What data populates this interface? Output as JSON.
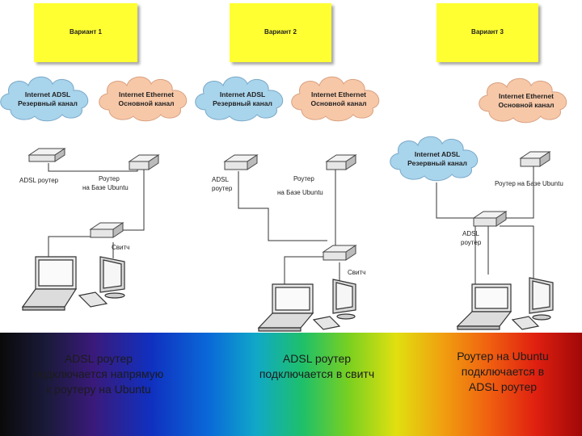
{
  "variants": [
    {
      "title": "Вариант 1",
      "caption": "ADSL роутер\nподключается напрямую\nк роутеру на Ubuntu"
    },
    {
      "title": "Вариант 2",
      "caption": "ADSL роутер\nподключается в свитч"
    },
    {
      "title": "Вариант 3",
      "caption": "Роутер на Ubuntu\nподключается в\nADSL роутер"
    }
  ],
  "clouds": {
    "adsl": [
      "Internet ADSL",
      "Резервный канал"
    ],
    "ethernet": [
      "Internet Ethernet",
      "Основной канал"
    ]
  },
  "labels": {
    "adsl_router_1line": "ADSL роутер",
    "adsl": "ADSL",
    "router_word": "роутер",
    "ubuntu_router_l1": "Роутер",
    "ubuntu_router_l2": "на Базе Ubuntu",
    "ubuntu_router_1line": "Роутер на Базе Ubuntu",
    "switch": "Свитч"
  },
  "colors": {
    "note": "#ffff33",
    "cloud_adsl": "#a8d4ec",
    "cloud_ethernet": "#f7c8a8"
  }
}
